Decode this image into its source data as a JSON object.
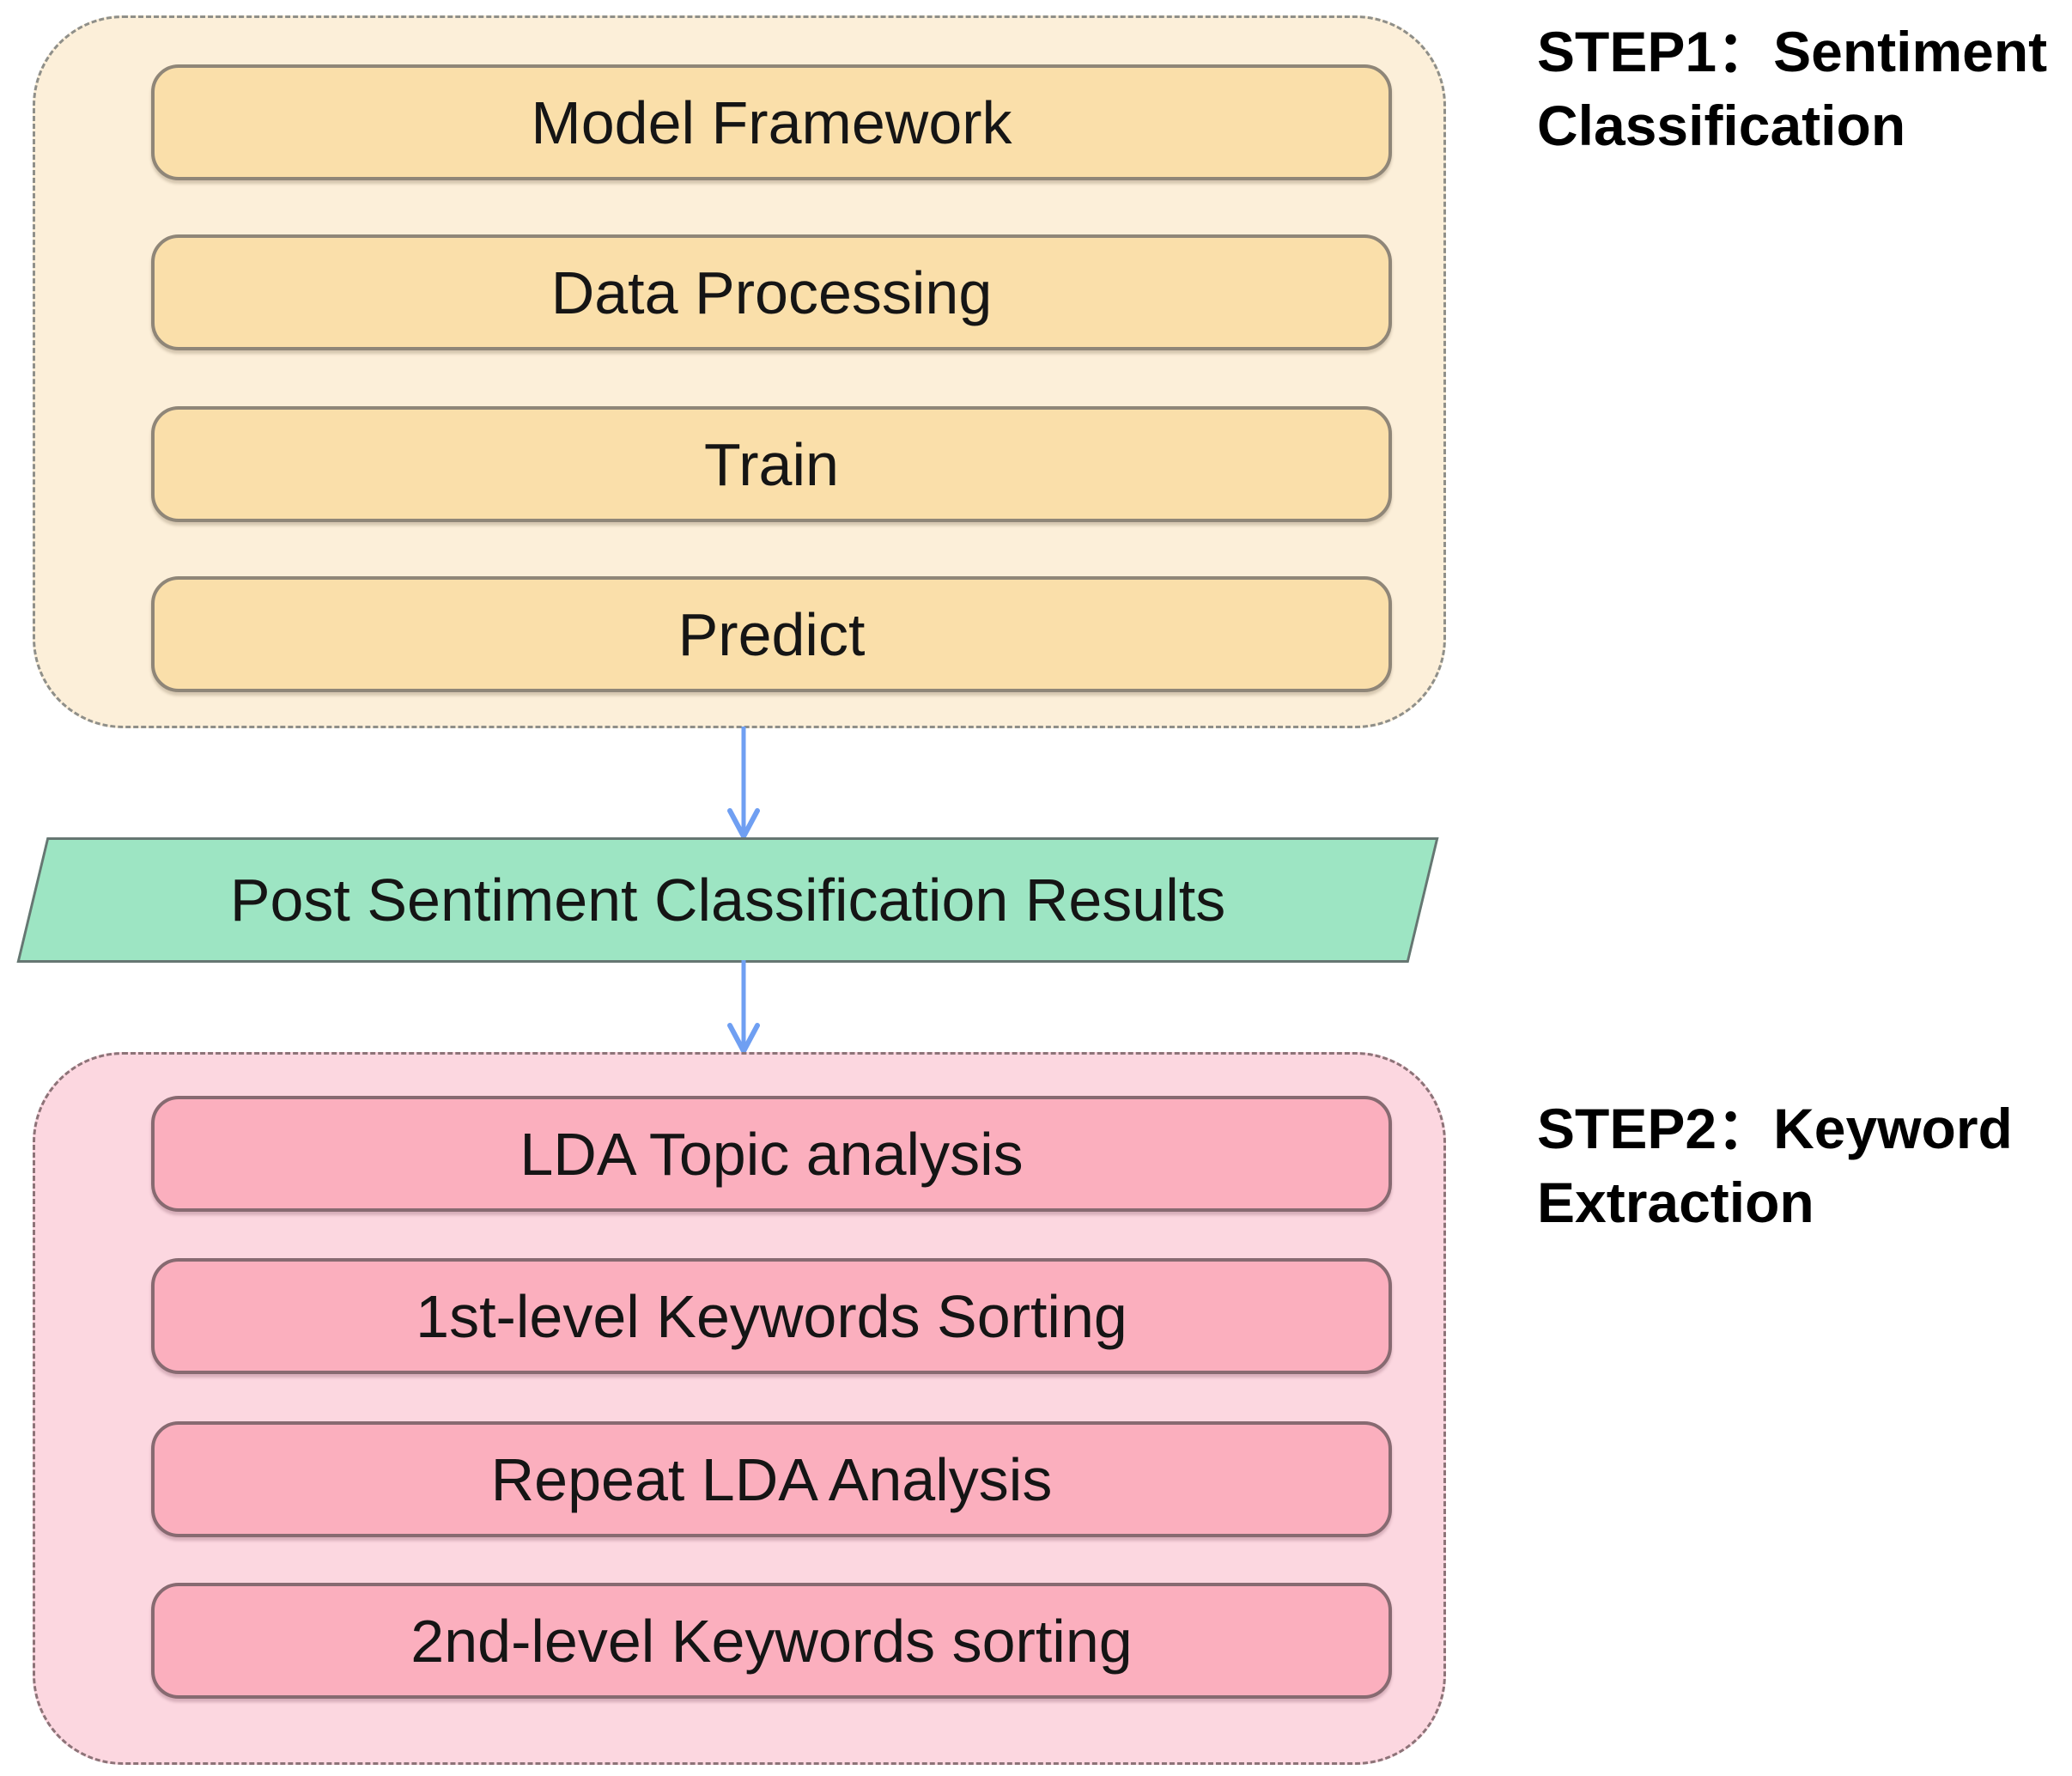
{
  "step1": {
    "title": "STEP1：Sentiment Classification",
    "boxes": [
      "Model Framework",
      "Data Processing",
      "Train",
      "Predict"
    ]
  },
  "results_banner": "Post Sentiment Classification Results",
  "step2": {
    "title": "STEP2：Keyword Extraction",
    "boxes": [
      "LDA Topic analysis",
      "1st-level Keywords Sorting",
      "Repeat LDA Analysis",
      "2nd-level Keywords sorting"
    ]
  },
  "colors": {
    "step1_container_fill": "#fcefd9",
    "step1_box_fill": "#fadfaa",
    "banner_fill": "#9de5c3",
    "step2_container_fill": "#fcd7e0",
    "step2_box_fill": "#fbafbe",
    "arrow": "#6f9ff2"
  }
}
